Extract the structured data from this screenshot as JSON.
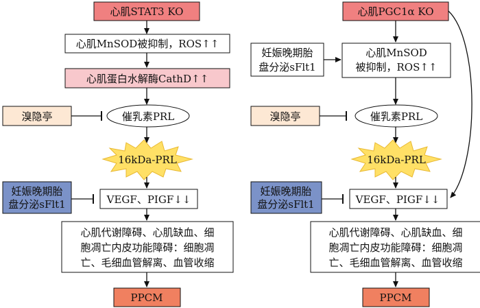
{
  "colors": {
    "red_box": "#f08080",
    "pink_box": "#f8c8cc",
    "peach_box": "#fde8d4",
    "blue_box": "#7b92c8",
    "orange_box": "#f08060",
    "burst": "#ffe066",
    "line": "#111111"
  },
  "left": {
    "top": "心肌STAT3 KO",
    "mnsod": "心肌MnSOD被抑制，ROS↑↑",
    "cathd": "心肌蛋白水解酶CathD↑↑",
    "drug": "溴隐亭",
    "prl": "催乳素PRL",
    "kda": "16kDa-PRL",
    "sflt1_line1": "妊娠晚期胎",
    "sflt1_line2": "盘分泌sFlt1",
    "vegf": "VEGF、PIGF↓↓",
    "effect_line1": "心肌代谢障碍、心肌缺血、细",
    "effect_line2": "胞凋亡内皮功能障碍：细胞凋",
    "effect_line3": "亡、毛细血管解离、血管收缩",
    "ppcm": "PPCM"
  },
  "right": {
    "top": "心肌PGC1α KO",
    "sflt1_top_line1": "妊娠晚期胎",
    "sflt1_top_line2": "盘分泌sFlt1",
    "mnsod_line1": "心肌MnSOD",
    "mnsod_line2": "被抑制，ROS↑↑",
    "drug": "溴隐亭",
    "prl": "催乳素PRL",
    "kda": "16kDa-PRL",
    "sflt1_line1": "妊娠晚期胎",
    "sflt1_line2": "盘分泌sFlt1",
    "vegf": "VEGF、PIGF↓↓",
    "effect_line1": "心肌代谢障碍、心肌缺血、细",
    "effect_line2": "胞凋亡内皮功能障碍：细胞凋",
    "effect_line3": "亡、毛细血管解离、血管收缩",
    "ppcm": "PPCM"
  }
}
